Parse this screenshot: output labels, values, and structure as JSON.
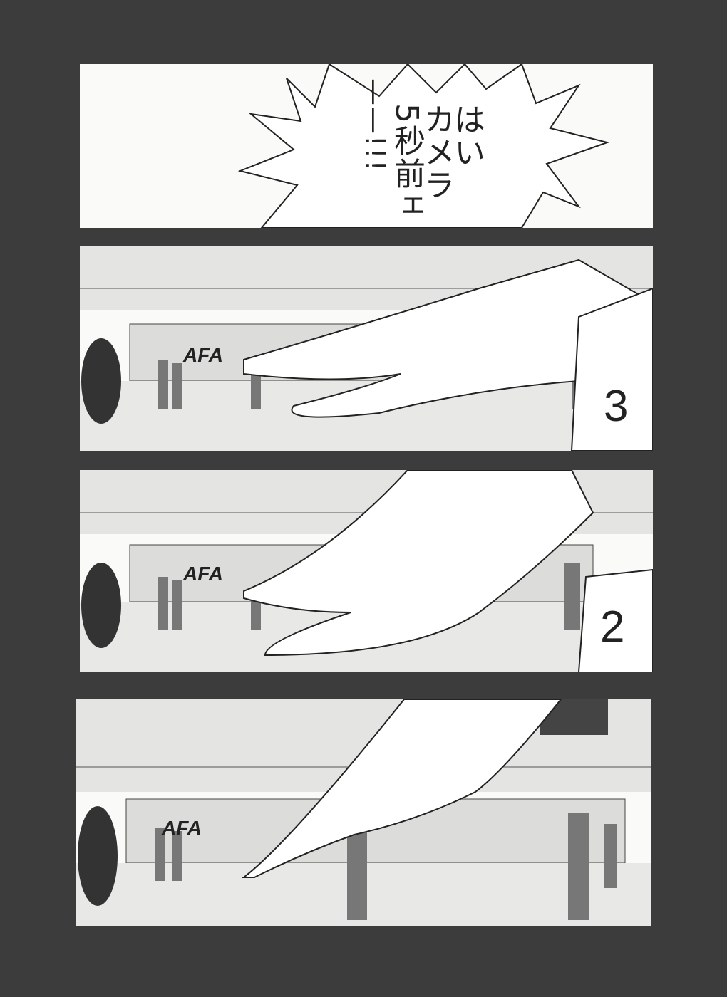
{
  "speech": {
    "line1": "はい",
    "line2": "カメラ",
    "line3": "5秒前ェ",
    "line4": "——!!!"
  },
  "panels": [
    {
      "count": "3",
      "sign": "AFA"
    },
    {
      "count": "2",
      "sign": "AFA"
    },
    {
      "sign": "AFA"
    }
  ],
  "colors": {
    "background": "#3c3c3c",
    "panel": "#fafaf8",
    "ink": "#222222"
  }
}
